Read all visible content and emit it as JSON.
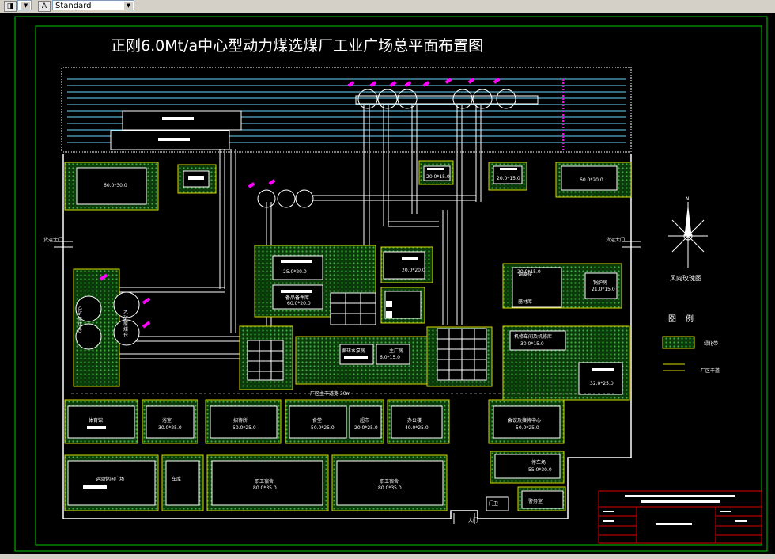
{
  "toolbar": {
    "style_value": "Standard",
    "combo_arrow": "▼"
  },
  "drawing": {
    "title": "正刚6.0Mt/a中心型动力煤选煤厂工业广场总平面布置图",
    "north_mark": "N",
    "wind_rose_label": "风向玫瑰图",
    "legend_title": "图例",
    "legend_items": [
      {
        "label": "绿化带"
      },
      {
        "label": "厂区干道"
      }
    ],
    "gate_west": "货运大门",
    "gate_east": "货运大门",
    "gate_south": "大门",
    "road_width_label": "厂区主干道宽 30m",
    "buildings": {
      "b_60x30": "60.0*30.0",
      "b_60x20": "60.0*20.0",
      "b_20x15_a": "20.0*15.0",
      "b_20x15_b": "20.0*15.0",
      "b_25x20": "25.0*20.0",
      "b_parts_name": "备品备件库",
      "b_parts_size": "60.0*20.0",
      "b_20x20": "20.0*20.0",
      "b_a_name": "乙矿原煤仓",
      "b_b_name": "乙矿原煤仓",
      "b_main_name": "主厂房",
      "b_6x15": "6.0*15.0",
      "b_pump_name": "循环水泵房",
      "b_dispatch_name": "调度楼",
      "b_boiler_name": "锅炉房",
      "b_boiler_size": "21.0*15.0",
      "b_20x15_c": "20.0*15.0",
      "b_storage_name": "器材库",
      "b_repair_name": "机修车间及机修库",
      "b_repair_size": "30.0*15.0",
      "b_32x25": "32.0*25.0",
      "gym_name": "体育馆",
      "bath_name": "浴室",
      "bath_size": "30.0*25.0",
      "hotel_name": "招待所",
      "hotel_size": "50.0*25.0",
      "canteen_name": "食堂",
      "canteen_size": "50.0*25.0",
      "market_name": "超市",
      "market_size": "20.0*25.0",
      "office_name": "办公楼",
      "office_size": "40.0*25.0",
      "meeting_name": "会议及接待中心",
      "meeting_size": "50.0*25.0",
      "square_name": "运动休闲广场",
      "guard_name": "车库",
      "dorm1_name": "职工宿舍",
      "dorm1_size": "80.0*35.0",
      "dorm2_name": "职工宿舍",
      "dorm2_size": "80.0*35.0",
      "parking_name": "停车场",
      "parking_size": "55.0*30.0",
      "guardhouse_name": "警务室",
      "gatehouse_name": "门卫"
    }
  },
  "colors": {
    "frame_green": "#00c800",
    "wall_white": "#ffffff",
    "greenbelt": "#2a8c2a",
    "greenbelt_border": "#dada00",
    "rail_cyan": "#6ad8ff",
    "annotation_magenta": "#ff00ff",
    "titleblock_red": "#e00000"
  }
}
